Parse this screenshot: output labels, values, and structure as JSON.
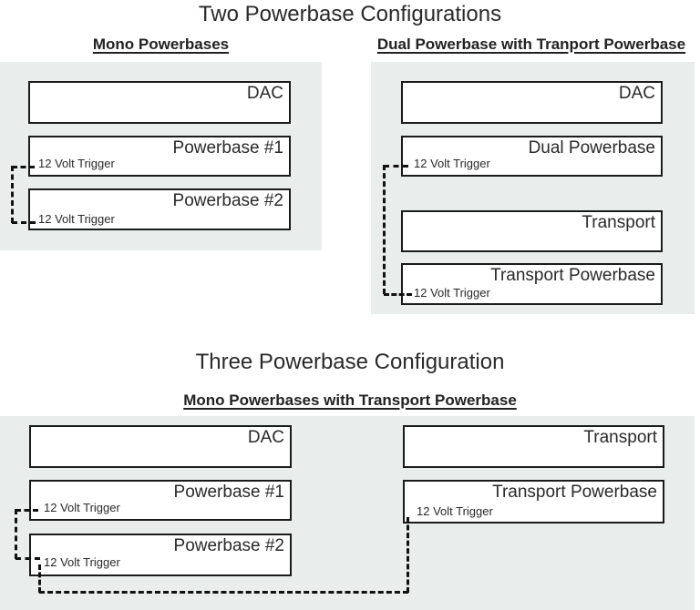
{
  "page": {
    "background_color": "#ffffff",
    "panel_color": "#e9edec",
    "wire_color": "#111111",
    "text_color": "#2a2a2a"
  },
  "section_two": {
    "title": "Two Powerbase Configurations",
    "mono_config": {
      "subtitle": "Mono Powerbases",
      "boxes": [
        {
          "label": "DAC"
        },
        {
          "label": "Powerbase #1",
          "trigger": "12 Volt Trigger"
        },
        {
          "label": "Powerbase #2",
          "trigger": "12 Volt Trigger"
        }
      ]
    },
    "dual_config": {
      "subtitle": "Dual Powerbase with Tranport Powerbase",
      "boxes": [
        {
          "label": "DAC"
        },
        {
          "label": "Dual Powerbase",
          "trigger": "12 Volt Trigger"
        },
        {
          "label": "Transport"
        },
        {
          "label": "Transport Powerbase",
          "trigger": "12 Volt Trigger"
        }
      ]
    }
  },
  "section_three": {
    "title": "Three Powerbase Configuration",
    "subtitle": "Mono Powerbases with Transport Powerbase",
    "left_boxes": [
      {
        "label": "DAC"
      },
      {
        "label": "Powerbase #1",
        "trigger": "12 Volt Trigger"
      },
      {
        "label": "Powerbase #2",
        "trigger": "12 Volt Trigger"
      }
    ],
    "right_boxes": [
      {
        "label": "Transport"
      },
      {
        "label": "Transport Powerbase",
        "trigger": "12 Volt Trigger"
      }
    ]
  }
}
